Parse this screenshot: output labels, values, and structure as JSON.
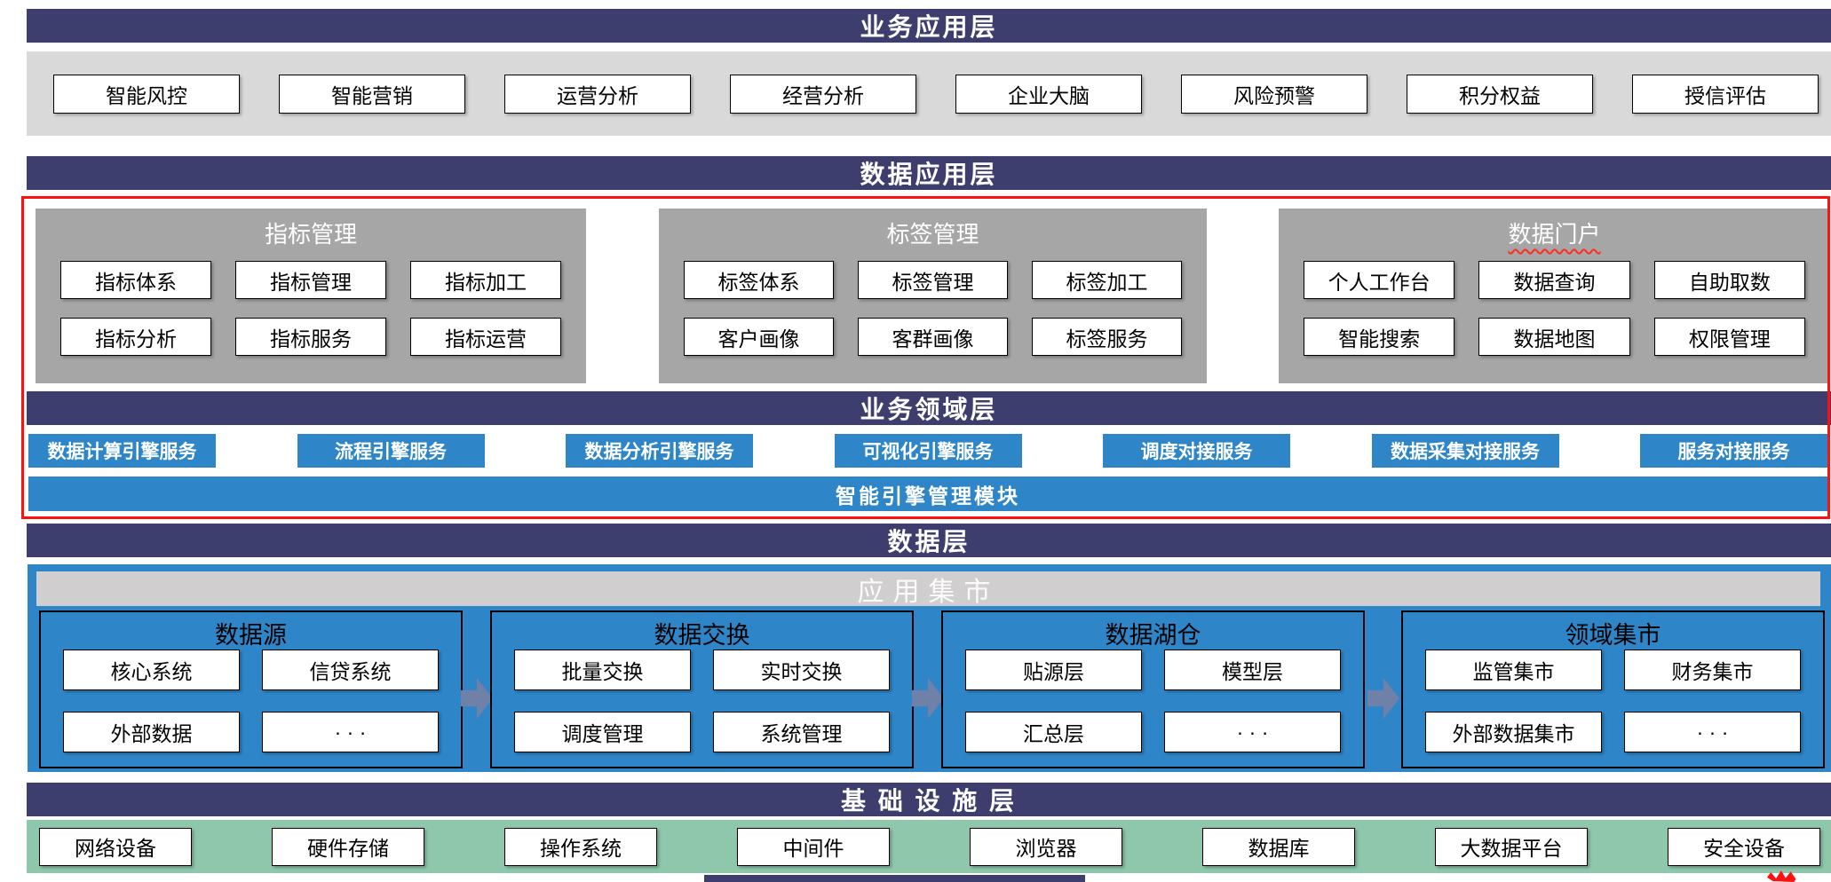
{
  "colors": {
    "header_navy": "#3E3E6E",
    "band_gray": "#D9D9D9",
    "panel_gray": "#A6A6A6",
    "blue": "#2E86C8",
    "silver": "#D0CECE",
    "green": "#8FC7AD",
    "red_frame": "#FF0F0F",
    "arrow": "#6F80A9"
  },
  "business_app_layer": {
    "title": "业务应用层",
    "items": [
      "智能风控",
      "智能营销",
      "运营分析",
      "经营分析",
      "企业大脑",
      "风险预警",
      "积分权益",
      "授信评估"
    ]
  },
  "data_app_layer": {
    "title": "数据应用层",
    "indicator_panel": {
      "title": "指标管理",
      "items": [
        "指标体系",
        "指标管理",
        "指标加工",
        "指标分析",
        "指标服务",
        "指标运营"
      ]
    },
    "tag_panel": {
      "title": "标签管理",
      "items": [
        "标签体系",
        "标签管理",
        "标签加工",
        "客户画像",
        "客群画像",
        "标签服务"
      ]
    },
    "portal_panel": {
      "title": "数据门户",
      "items": [
        "个人工作台",
        "数据查询",
        "自助取数",
        "智能搜索",
        "数据地图",
        "权限管理"
      ]
    }
  },
  "business_domain_layer": {
    "title": "业务领域层",
    "services": [
      "数据计算引擎服务",
      "流程引擎服务",
      "数据分析引擎服务",
      "可视化引擎服务",
      "调度对接服务",
      "数据采集对接服务",
      "服务对接服务"
    ],
    "engine_module": "智能引擎管理模块"
  },
  "data_layer": {
    "title": "数据层",
    "mart_title": "应用集市",
    "source_panel": {
      "title": "数据源",
      "items": [
        "核心系统",
        "信贷系统",
        "外部数据",
        "· · ·"
      ]
    },
    "exchange_panel": {
      "title": "数据交换",
      "items": [
        "批量交换",
        "实时交换",
        "调度管理",
        "系统管理"
      ]
    },
    "lake_panel": {
      "title": "数据湖仓",
      "items": [
        "贴源层",
        "模型层",
        "汇总层",
        "· · ·"
      ]
    },
    "domain_mart_panel": {
      "title": "领域集市",
      "items": [
        "监管集市",
        "财务集市",
        "外部数据集市",
        "· · ·"
      ]
    }
  },
  "infrastructure_layer": {
    "title": "基 础 设 施 层",
    "items": [
      "网络设备",
      "硬件存储",
      "操作系统",
      "中间件",
      "浏览器",
      "数据库",
      "大数据平台",
      "安全设备"
    ]
  }
}
